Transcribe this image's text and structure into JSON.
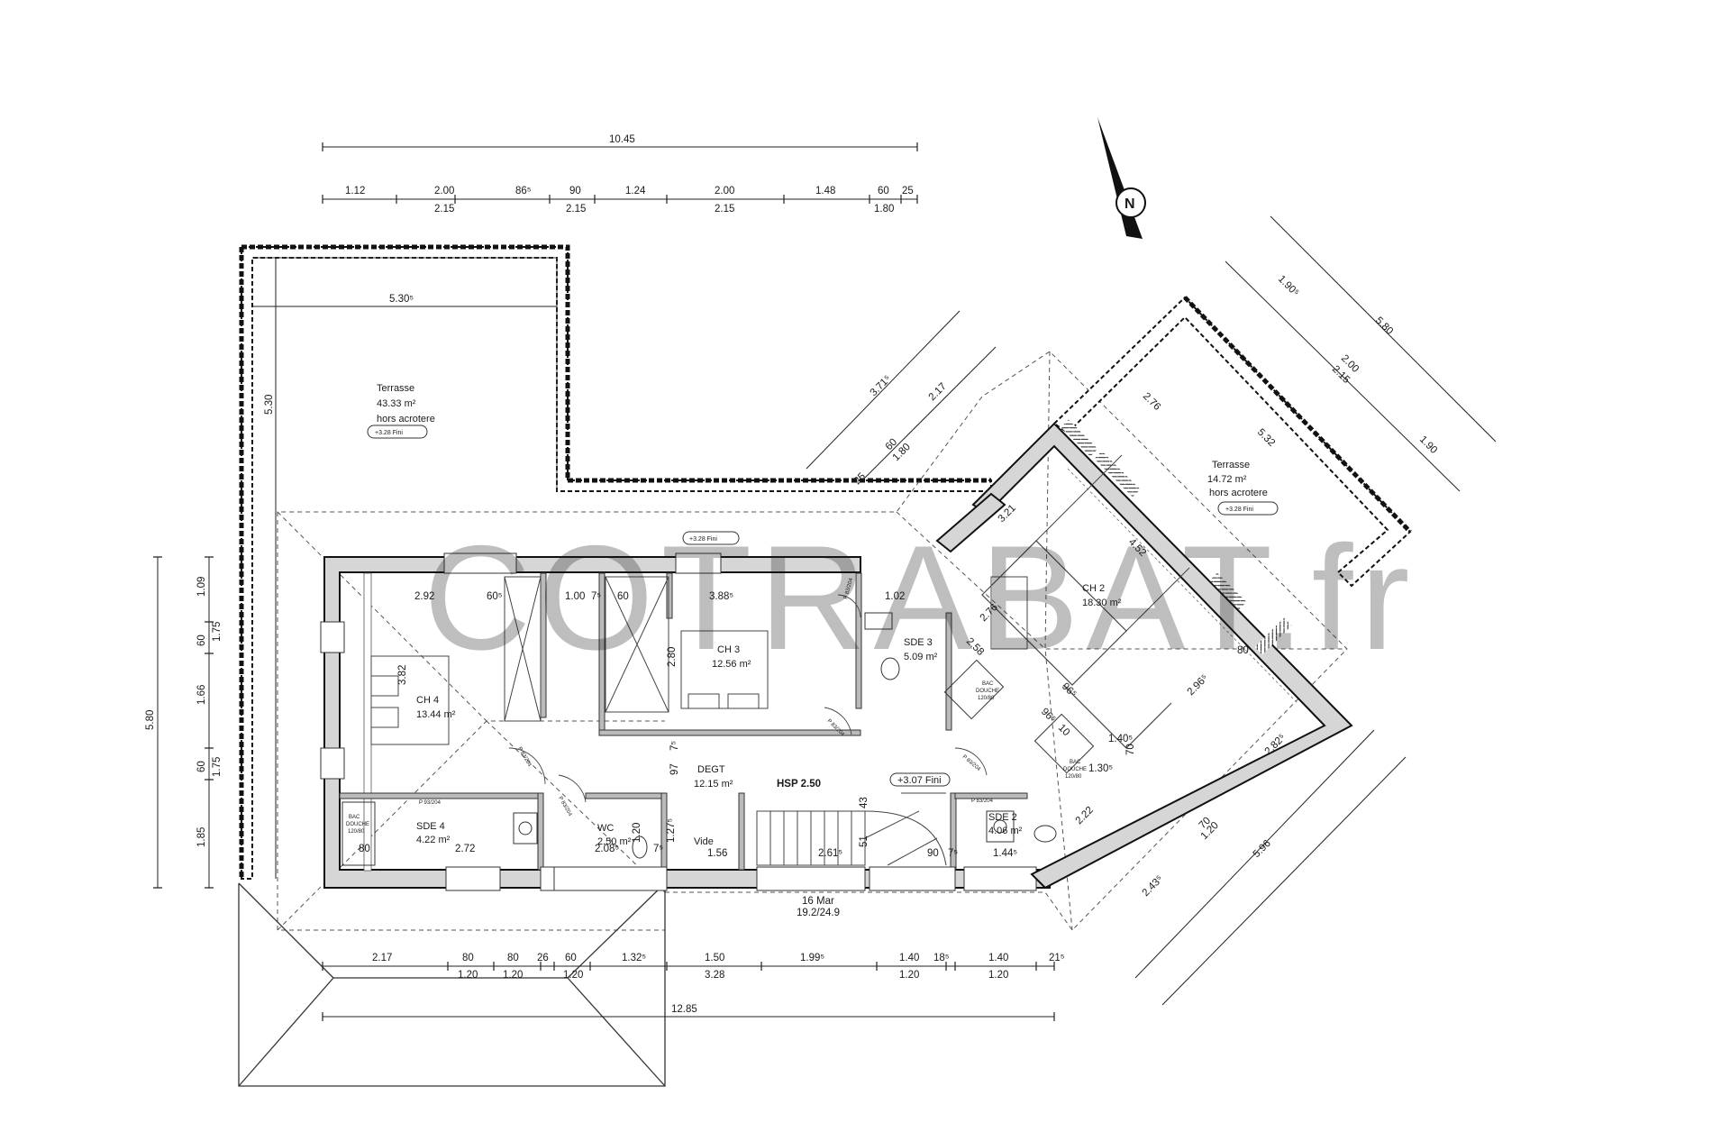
{
  "watermark": "COTRABAT.fr",
  "compass": {
    "label": "N"
  },
  "dimensions": {
    "top_total": "10.45",
    "top_row1": [
      "1.12",
      "2.00",
      "86⁵",
      "90",
      "1.24",
      "2.00",
      "1.48",
      "60",
      "25"
    ],
    "top_row2": [
      "2.15",
      "2.15",
      "2.15",
      "1.80"
    ],
    "left_total": "5.80",
    "left_row": [
      "1.09",
      "60",
      "1.66",
      "60",
      "1.85"
    ],
    "left_row2": [
      "1.75",
      "1.75"
    ],
    "terrace_width": "5.30⁵",
    "terrace_height": "5.30",
    "bottom_row1": [
      "2.17",
      "80",
      "80",
      "26",
      "60",
      "1.32⁵",
      "1.50",
      "1.99⁵",
      "1.40",
      "18⁵",
      "1.40",
      "21⁵"
    ],
    "bottom_row2": [
      "1.20",
      "1.20",
      "1.20",
      "3.28",
      "1.20",
      "1.20"
    ],
    "bottom_total": "12.85",
    "wing_a": [
      "3.71⁵",
      "2.17",
      "60",
      "1.80",
      "25"
    ],
    "wing_b": [
      "1.90⁵",
      "2.00",
      "2.15",
      "1.90"
    ],
    "wing_b_total": "5.80",
    "wing_c": [
      "2.82⁵",
      "70",
      "1.20",
      "2.43⁵"
    ],
    "wing_c_total": "5.96",
    "inner": [
      "2.92",
      "60⁵",
      "1.00",
      "7⁵",
      "60",
      "3.88⁵",
      "1.02",
      "3.82",
      "2.80",
      "97",
      "7⁵",
      "2.72",
      "80",
      "2.08⁵",
      "1.20",
      "7⁵",
      "1.27⁵",
      "1.56",
      "2.61⁵",
      "43",
      "51",
      "90",
      "7⁵",
      "1.44⁵",
      "2.76",
      "4.52",
      "5.32",
      "3.21",
      "2.76",
      "2.58",
      "2.96⁵",
      "96⁵",
      "96⁵",
      "10",
      "1.40⁵",
      "70",
      "1.30⁵",
      "2.22",
      "80"
    ]
  },
  "rooms": {
    "terrace_left": {
      "name": "Terrasse",
      "area": "43.33 m²",
      "note": "hors acrotere",
      "level": "+3.28 Fini"
    },
    "terrace_right": {
      "name": "Terrasse",
      "area": "14.72 m²",
      "note": "hors acrotere",
      "level": "+3.28 Fini"
    },
    "ch4": {
      "name": "CH 4",
      "area": "13.44 m²"
    },
    "ch3": {
      "name": "CH 3",
      "area": "12.56 m²"
    },
    "ch2": {
      "name": "CH 2",
      "area": "18.30 m²"
    },
    "sde3": {
      "name": "SDE 3",
      "area": "5.09 m²"
    },
    "sde4": {
      "name": "SDE 4",
      "area": "4.22 m²"
    },
    "sde2": {
      "name": "SDE 2",
      "area": "4.06 m²"
    },
    "wc": {
      "name": "WC",
      "area": "2.50 m²"
    },
    "degt": {
      "name": "DEGT",
      "area": "12.15 m²"
    },
    "hsp": "HSP 2.50",
    "vide": "Vide",
    "roof_level": "+3.28 Fini",
    "stair_level": "+3.07 Fini",
    "stair": {
      "count": "16 Mar",
      "ratio": "19.2/24.9"
    },
    "shower_label": [
      "BAC",
      "DOUCHE"
    ],
    "shower_dims": [
      "120/80",
      "120/80",
      "120/80"
    ],
    "door_tags": [
      "P 93/204",
      "P 83/204",
      "P 83/204",
      "P 83/204",
      "P 83/204",
      "P 83/204",
      "P 83/204"
    ]
  }
}
